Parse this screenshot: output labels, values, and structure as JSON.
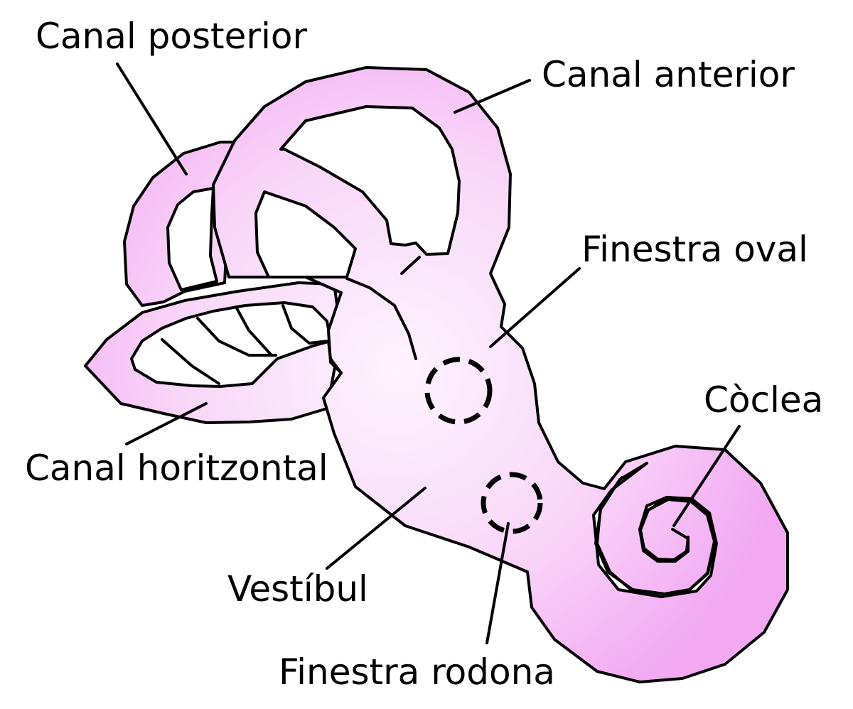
{
  "labels": {
    "canal_posterior": "Canal posterior",
    "canal_anterior": "Canal anterior",
    "finestra_oval": "Finestra oval",
    "coclea": "Còclea",
    "canal_horitzontal": "Canal horitzontal",
    "vestibul": "Vestíbul",
    "finestra_rodona": "Finestra rodona"
  },
  "colors": {
    "fill_center": "#fdf0fd",
    "fill_edge": "#f3b3f3",
    "outline": "#000000",
    "background": "#ffffff"
  }
}
